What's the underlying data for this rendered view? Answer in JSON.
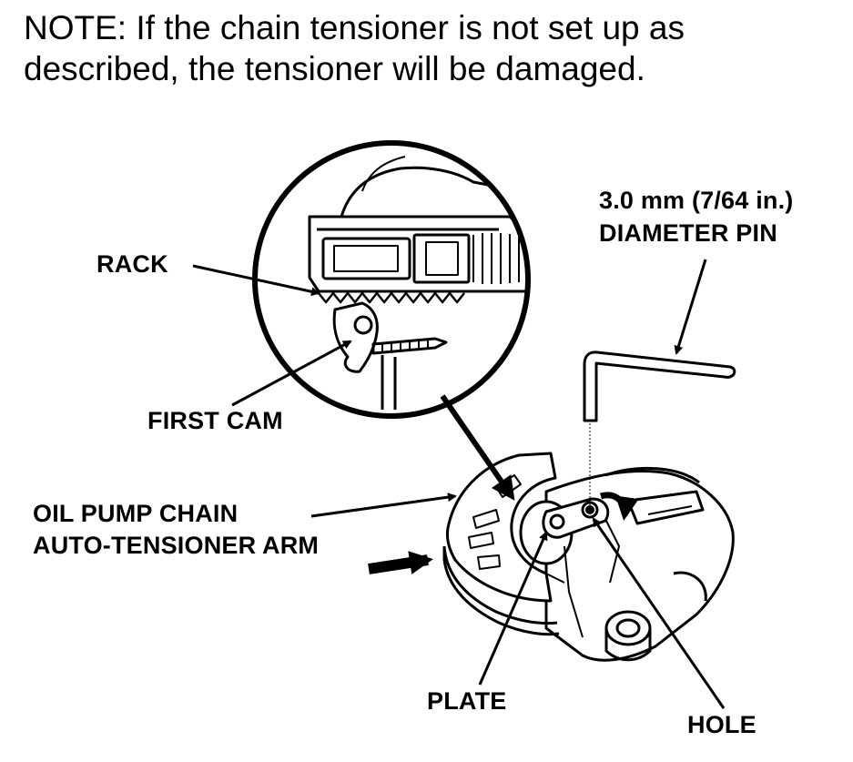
{
  "note": {
    "line1": "NOTE: If the chain tensioner is not set up as",
    "line2": "described, the tensioner will be damaged."
  },
  "labels": {
    "rack": "RACK",
    "first_cam": "FIRST CAM",
    "pin_line1": "3.0 mm (7/64 in.)",
    "pin_line2": "DIAMETER PIN",
    "arm_line1": "OIL PUMP CHAIN",
    "arm_line2": "AUTO-TENSIONER ARM",
    "plate": "PLATE",
    "hole": "HOLE"
  }
}
